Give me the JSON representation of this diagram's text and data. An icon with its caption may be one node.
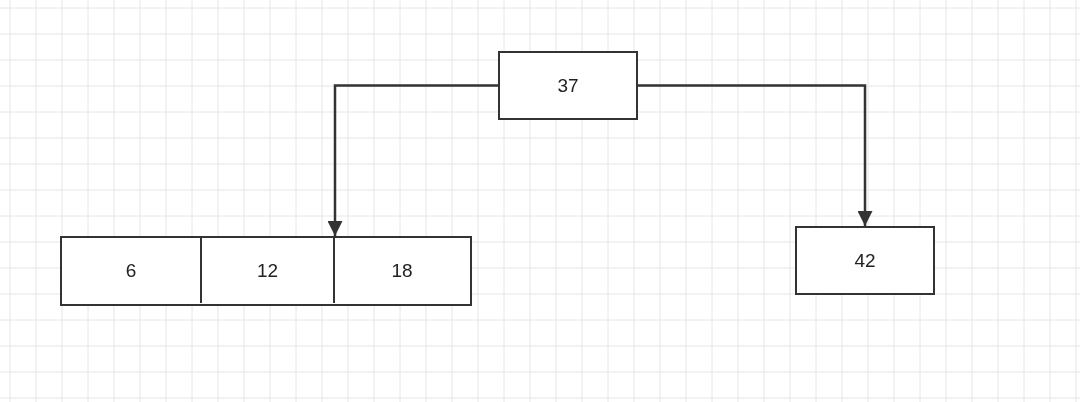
{
  "diagram": {
    "nodes": [
      {
        "text": [
          "37"
        ]
      },
      {
        "text": [],
        "shape": "box"
      },
      {
        "text": [
          "6"
        ],
        "in": 1
      },
      {
        "text": [
          "12"
        ],
        "in": 1
      },
      {
        "text": [
          "18"
        ],
        "in": 1
      },
      {
        "text": [
          "42"
        ]
      }
    ],
    "edges": [
      {
        "from": 0,
        "to": 1,
        "arrow": "to"
      },
      {
        "from": 0,
        "to": 5,
        "arrow": "to"
      }
    ]
  }
}
